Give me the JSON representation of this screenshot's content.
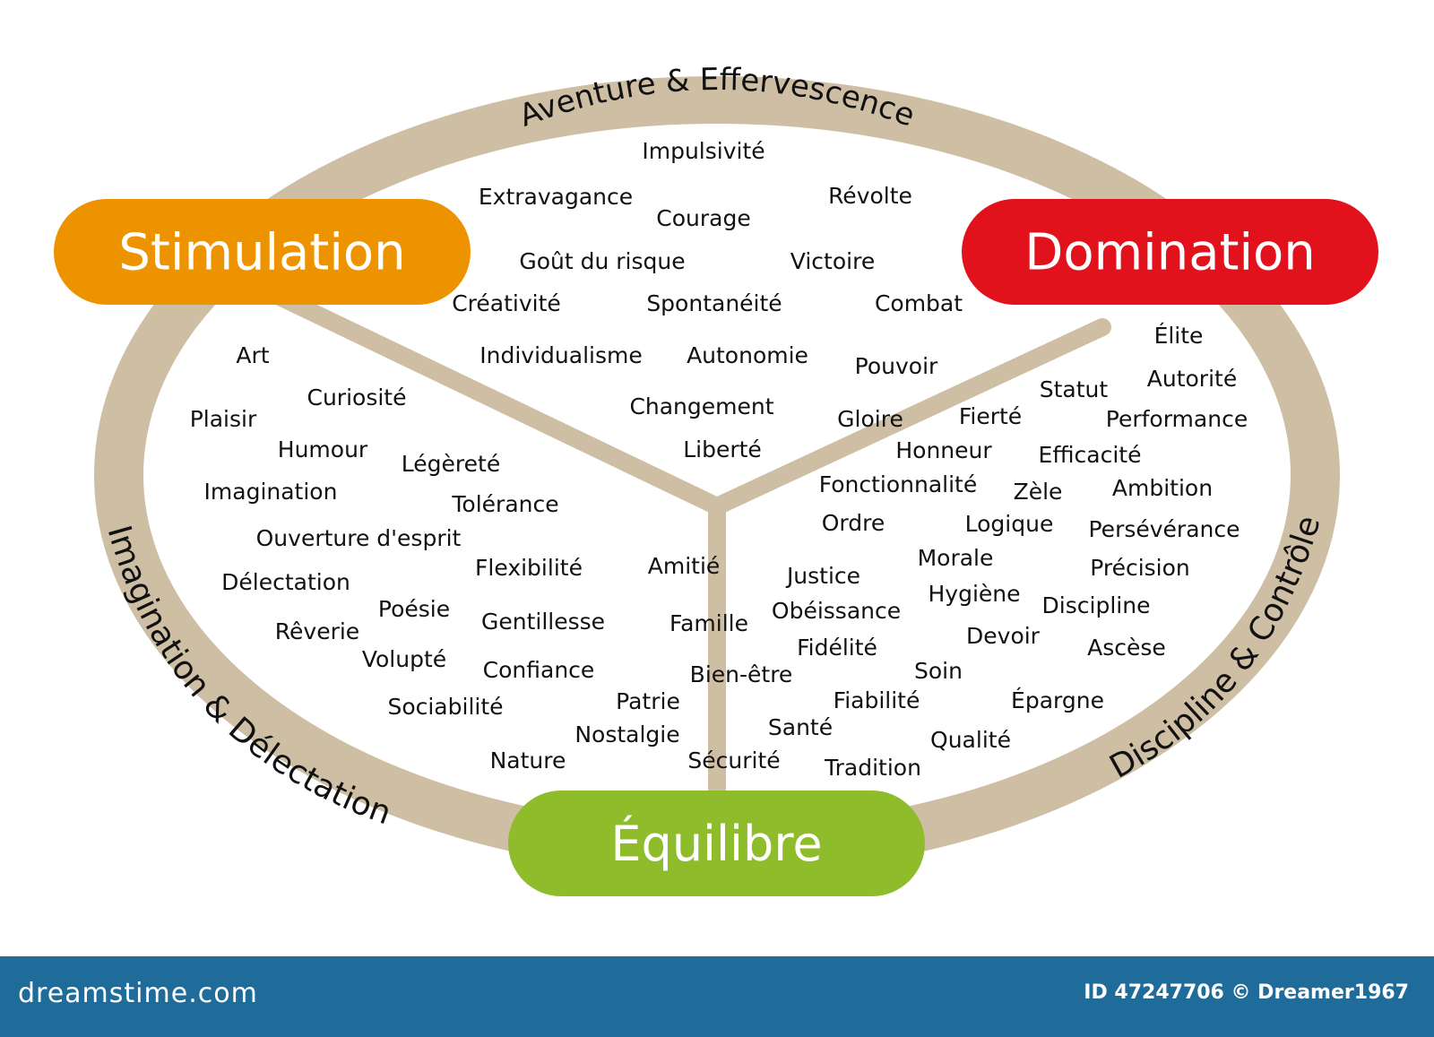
{
  "arcs": {
    "top": "Aventure & Effervescence",
    "left": "Imagination & Délectation",
    "right": "Discipline & Contrôle"
  },
  "pills": [
    {
      "name": "stimulation-pill",
      "label": "Stimulation",
      "color": "#ee9300"
    },
    {
      "name": "domination-pill",
      "label": "Domination",
      "color": "#e2121d"
    },
    {
      "name": "equilibre-pill",
      "label": "Équilibre",
      "color": "#8fbc2a"
    }
  ],
  "colors": {
    "ring": "#cebfa4",
    "words": "#111111"
  },
  "words": [
    "Impulsivité",
    "Extravagance",
    "Révolte",
    "Courage",
    "Goût du risque",
    "Victoire",
    "Créativité",
    "Spontanéité",
    "Combat",
    "Art",
    "Individualisme",
    "Autonomie",
    "Pouvoir",
    "Élite",
    "Curiosité",
    "Statut",
    "Autorité",
    "Plaisir",
    "Changement",
    "Gloire",
    "Fierté",
    "Performance",
    "Humour",
    "Liberté",
    "Honneur",
    "Efficacité",
    "Légèreté",
    "Fonctionnalité",
    "Zèle",
    "Ambition",
    "Imagination",
    "Tolérance",
    "Ordre",
    "Logique",
    "Persévérance",
    "Ouverture d'esprit",
    "Morale",
    "Flexibilité",
    "Amitié",
    "Justice",
    "Précision",
    "Délectation",
    "Hygiène",
    "Poésie",
    "Discipline",
    "Gentillesse",
    "Famille",
    "Obéissance",
    "Rêverie",
    "Devoir",
    "Volupté",
    "Fidélité",
    "Ascèse",
    "Confiance",
    "Bien-être",
    "Soin",
    "Patrie",
    "Fiabilité",
    "Épargne",
    "Sociabilité",
    "Santé",
    "Nostalgie",
    "Qualité",
    "Nature",
    "Sécurité",
    "Tradition"
  ],
  "footer": {
    "brand": "dreamstime.com",
    "id": "ID 47247706 © Dreamer1967"
  }
}
